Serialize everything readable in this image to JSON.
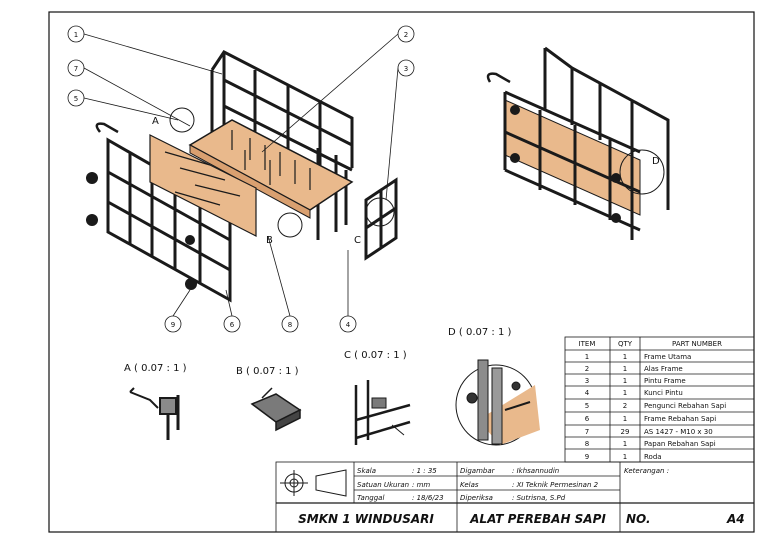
{
  "balloons": {
    "b1": "1",
    "b2": "2",
    "b3": "3",
    "b4": "4",
    "b5": "5",
    "b6": "6",
    "b7": "7",
    "b8": "8",
    "b9": "9"
  },
  "view_letters": {
    "a": "A",
    "b": "B",
    "c": "C",
    "d": "D"
  },
  "detail_titles": {
    "a": "A ( 0.07 : 1 )",
    "b": "B ( 0.07 : 1 )",
    "c": "C ( 0.07 : 1 )",
    "d": "D ( 0.07 : 1 )"
  },
  "bom": {
    "headers": {
      "item": "ITEM",
      "qty": "QTY",
      "part": "PART NUMBER"
    },
    "rows": [
      {
        "item": "1",
        "qty": "1",
        "part": "Frame Utama"
      },
      {
        "item": "2",
        "qty": "1",
        "part": "Alas Frame"
      },
      {
        "item": "3",
        "qty": "1",
        "part": "Pintu Frame"
      },
      {
        "item": "4",
        "qty": "1",
        "part": "Kunci Pintu"
      },
      {
        "item": "5",
        "qty": "2",
        "part": "Pengunci Rebahan Sapi"
      },
      {
        "item": "6",
        "qty": "1",
        "part": "Frame Rebahan Sapi"
      },
      {
        "item": "7",
        "qty": "29",
        "part": "AS 1427 - M10 x 30"
      },
      {
        "item": "8",
        "qty": "1",
        "part": "Papan Rebahan Sapi"
      },
      {
        "item": "9",
        "qty": "1",
        "part": "Roda"
      }
    ]
  },
  "title_block": {
    "skala_label": "Skala",
    "skala_value": ": 1 : 35",
    "satuan_label": "Satuan Ukuran",
    "satuan_value": ": mm",
    "tanggal_label": "Tanggal",
    "tanggal_value": ": 18/6/23",
    "digambar_label": "Digambar",
    "digambar_value": ": Ikhsannudin",
    "kelas_label": "Kelas",
    "kelas_value": ": XI Teknik Permesinan 2",
    "diperiksa_label": "Diperiksa",
    "diperiksa_value": ": Sutrisna, S.Pd",
    "keterangan_label": "Keterangan :",
    "school": "SMKN 1 WINDUSARI",
    "drawing_title": "ALAT PEREBAH SAPI",
    "no_label": "NO.",
    "sheet_size": "A4"
  },
  "colors": {
    "line": "#1a1a1a",
    "wood": "#e9b98c",
    "wood_dark": "#d9a070",
    "steel": "#6f6f6f"
  }
}
